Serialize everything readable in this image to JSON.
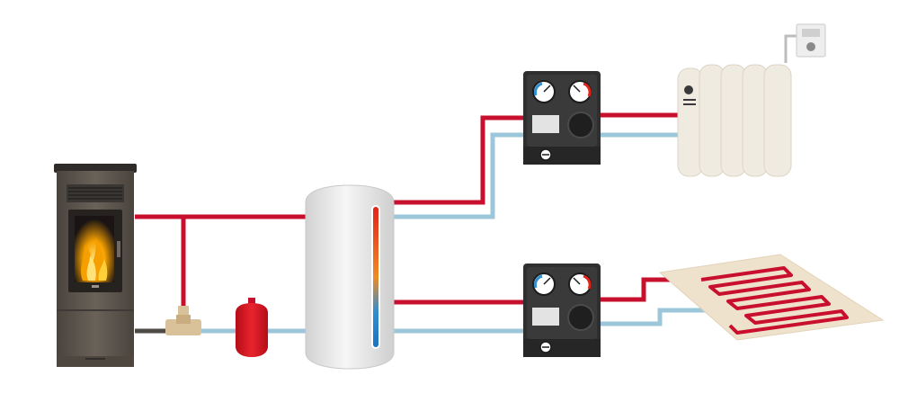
{
  "diagram": {
    "components": [
      {
        "id": "pellet-stove",
        "kind": "stove",
        "label": ""
      },
      {
        "id": "storage-tank",
        "kind": "buffer tank",
        "label": ""
      },
      {
        "id": "pump-group-upper",
        "kind": "pump station",
        "label": ""
      },
      {
        "id": "pump-group-lower",
        "kind": "pump station",
        "label": ""
      },
      {
        "id": "radiator",
        "kind": "radiator",
        "label": ""
      },
      {
        "id": "thermostat",
        "kind": "room thermostat",
        "label": ""
      },
      {
        "id": "floor-heating",
        "kind": "underfloor heating",
        "label": ""
      },
      {
        "id": "expansion-vessel",
        "kind": "expansion vessel",
        "label": ""
      },
      {
        "id": "tee-fitting",
        "kind": "tee valve",
        "label": ""
      }
    ],
    "colors": {
      "hot_pipe": "#c8102e",
      "cold_pipe": "#9cc7da",
      "stove_body": "#5f5850",
      "stove_dark": "#3a3633",
      "tank": "#e8e8e8",
      "pump_body": "#2f2f2f",
      "radiator": "#f0ebe0",
      "floor": "#efe2cc",
      "vessel": "#d8121f",
      "fitting": "#d9c19a",
      "flame": "#f5a000"
    },
    "flows": [
      {
        "from": "pellet-stove",
        "to": "storage-tank",
        "line": "hot"
      },
      {
        "from": "storage-tank",
        "to": "pellet-stove",
        "line": "cold"
      },
      {
        "from": "storage-tank",
        "to": "pump-group-upper",
        "line": "hot"
      },
      {
        "from": "pump-group-upper",
        "to": "radiator",
        "line": "hot"
      },
      {
        "from": "radiator",
        "to": "storage-tank",
        "line": "cold"
      },
      {
        "from": "storage-tank",
        "to": "pump-group-lower",
        "line": "hot"
      },
      {
        "from": "pump-group-lower",
        "to": "floor-heating",
        "line": "hot"
      },
      {
        "from": "floor-heating",
        "to": "storage-tank",
        "line": "cold"
      }
    ]
  }
}
